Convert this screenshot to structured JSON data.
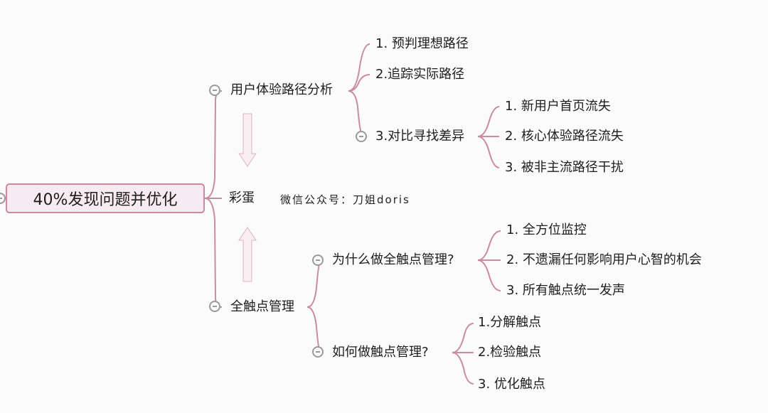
{
  "root": {
    "label": "40%发现问题并优化"
  },
  "branches": [
    {
      "label": "用户体验路径分析",
      "children": [
        {
          "label": "1. 预判理想路径"
        },
        {
          "label": "2.追踪实际路径"
        },
        {
          "label": "3.对比寻找差异",
          "children": [
            {
              "label": "1. 新用户首页流失"
            },
            {
              "label": "2. 核心体验路径流失"
            },
            {
              "label": "3. 被非主流路径干扰"
            }
          ]
        }
      ]
    },
    {
      "label": "彩蛋",
      "note": "微信公众号：刀姐doris"
    },
    {
      "label": "全触点管理",
      "children": [
        {
          "label": "为什么做全触点管理?",
          "children": [
            {
              "label": "1. 全方位监控"
            },
            {
              "label": "2. 不遗漏任何影响用户心智的机会"
            },
            {
              "label": "3. 所有触点统一发声"
            }
          ]
        },
        {
          "label": "如何做触点管理?",
          "children": [
            {
              "label": "1.分解触点"
            },
            {
              "label": "2.检验触点"
            },
            {
              "label": "3. 优化触点"
            }
          ]
        }
      ]
    }
  ],
  "colors": {
    "connector": "#c98aa2",
    "root_fill": "#f7eaf0",
    "arrow_fill": "#f9edf2",
    "arrow_stroke": "#dcb4c4",
    "toggle": "#9a9a9a",
    "background": "#fbfbfb"
  }
}
